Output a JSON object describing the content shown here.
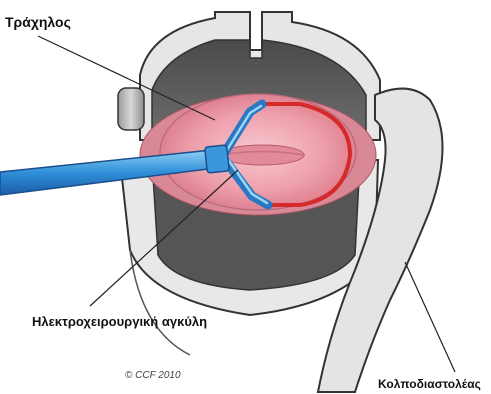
{
  "labels": {
    "cervix": "Τράχηλος",
    "loop": "Ηλεκτροχειρουργική αγκύλη",
    "speculum": "Κολποδιαστολέας",
    "copyright": "© CCF 2010"
  }
}
